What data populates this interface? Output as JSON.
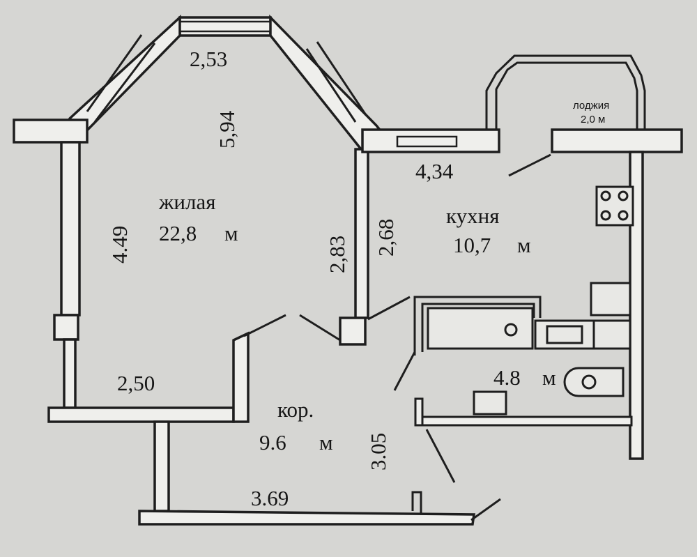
{
  "rooms": {
    "living": {
      "name": "жилая",
      "area": "22,8",
      "unit": "м"
    },
    "kitchen": {
      "name": "кухня",
      "area": "10,7",
      "unit": "м"
    },
    "corridor": {
      "name": "кор.",
      "area": "9.6",
      "unit": "м"
    },
    "bathroom": {
      "area": "4.8",
      "unit": "м"
    },
    "loggia": {
      "name": "лоджия",
      "area": "2,0 м"
    }
  },
  "dimensions": {
    "living_top": "2,53",
    "living_depth": "5,94",
    "living_left": "4.49",
    "living_right": "2,83",
    "living_bottom": "2,50",
    "kitchen_wall": "2,68",
    "kitchen_top": "4,34",
    "corridor_depth": "3.05",
    "corridor_bottom": "3.69"
  }
}
